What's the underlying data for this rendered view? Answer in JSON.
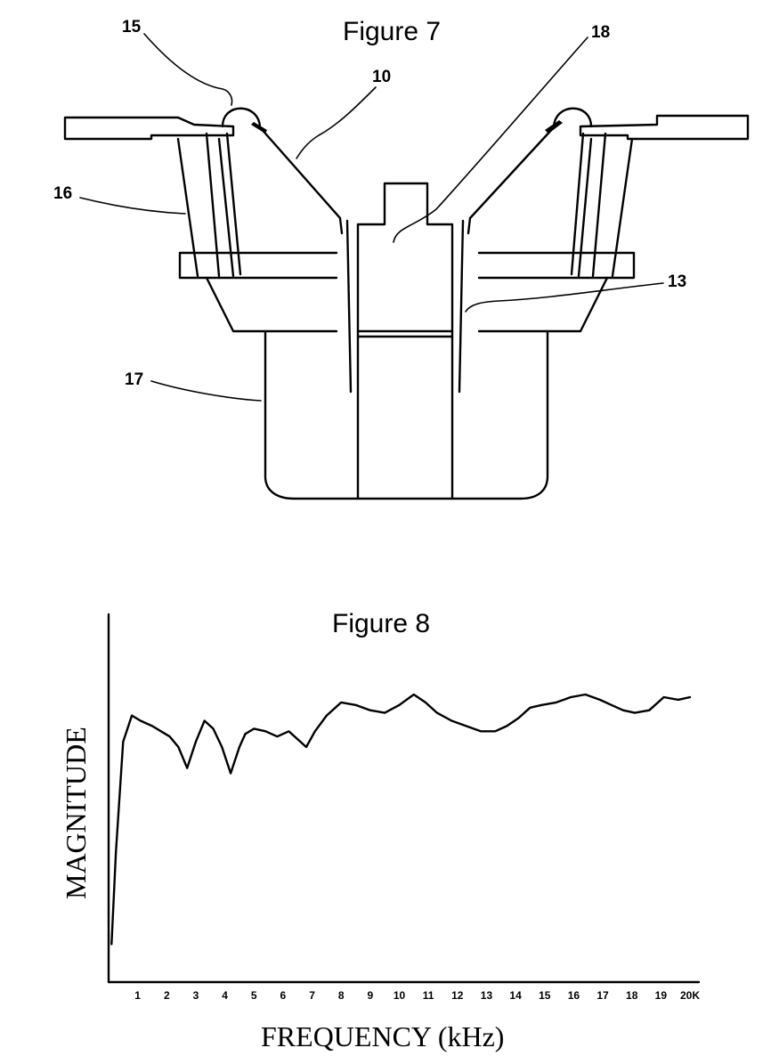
{
  "figure7": {
    "title": "Figure 7",
    "callouts": [
      "15",
      "10",
      "18",
      "16",
      "13",
      "17"
    ]
  },
  "figure8": {
    "title": "Figure 8"
  },
  "chart_data": {
    "type": "line",
    "title": "Figure 8",
    "xlabel": "FREQUENCY (kHz)",
    "ylabel": "MAGNITUDE",
    "xlim": [
      0,
      20
    ],
    "tick_labels": [
      "1",
      "2",
      "3",
      "4",
      "5",
      "6",
      "7",
      "8",
      "9",
      "10",
      "11",
      "12",
      "13",
      "14",
      "15",
      "16",
      "17",
      "18",
      "19",
      "20K"
    ],
    "series": [
      {
        "x": [
          0.1,
          0.25,
          0.5,
          0.8,
          1.1,
          1.5,
          1.8,
          2.1,
          2.4,
          2.7,
          3.0,
          3.3,
          3.6,
          3.9,
          4.2,
          4.5,
          4.7,
          5.0,
          5.4,
          5.8,
          6.2,
          6.6,
          6.8,
          7.1,
          7.5,
          8.0,
          8.5,
          9.0,
          9.5,
          10.0,
          10.5,
          10.9,
          11.3,
          11.8,
          12.3,
          12.8,
          13.3,
          13.7,
          14.1,
          14.5,
          14.9,
          15.4,
          15.9,
          16.4,
          16.9,
          17.3,
          17.7,
          18.1,
          18.6,
          19.1,
          19.6,
          20.0
        ],
        "y": [
          5,
          40,
          82,
          92,
          90,
          88,
          86,
          84,
          80,
          72,
          82,
          90,
          87,
          80,
          70,
          80,
          85,
          87,
          86,
          84,
          86,
          82,
          80,
          86,
          92,
          97,
          96,
          94,
          93,
          96,
          100,
          97,
          93,
          90,
          88,
          86,
          86,
          88,
          91,
          95,
          96,
          97,
          99,
          100,
          98,
          96,
          94,
          93,
          94,
          99,
          98,
          99
        ]
      }
    ]
  }
}
